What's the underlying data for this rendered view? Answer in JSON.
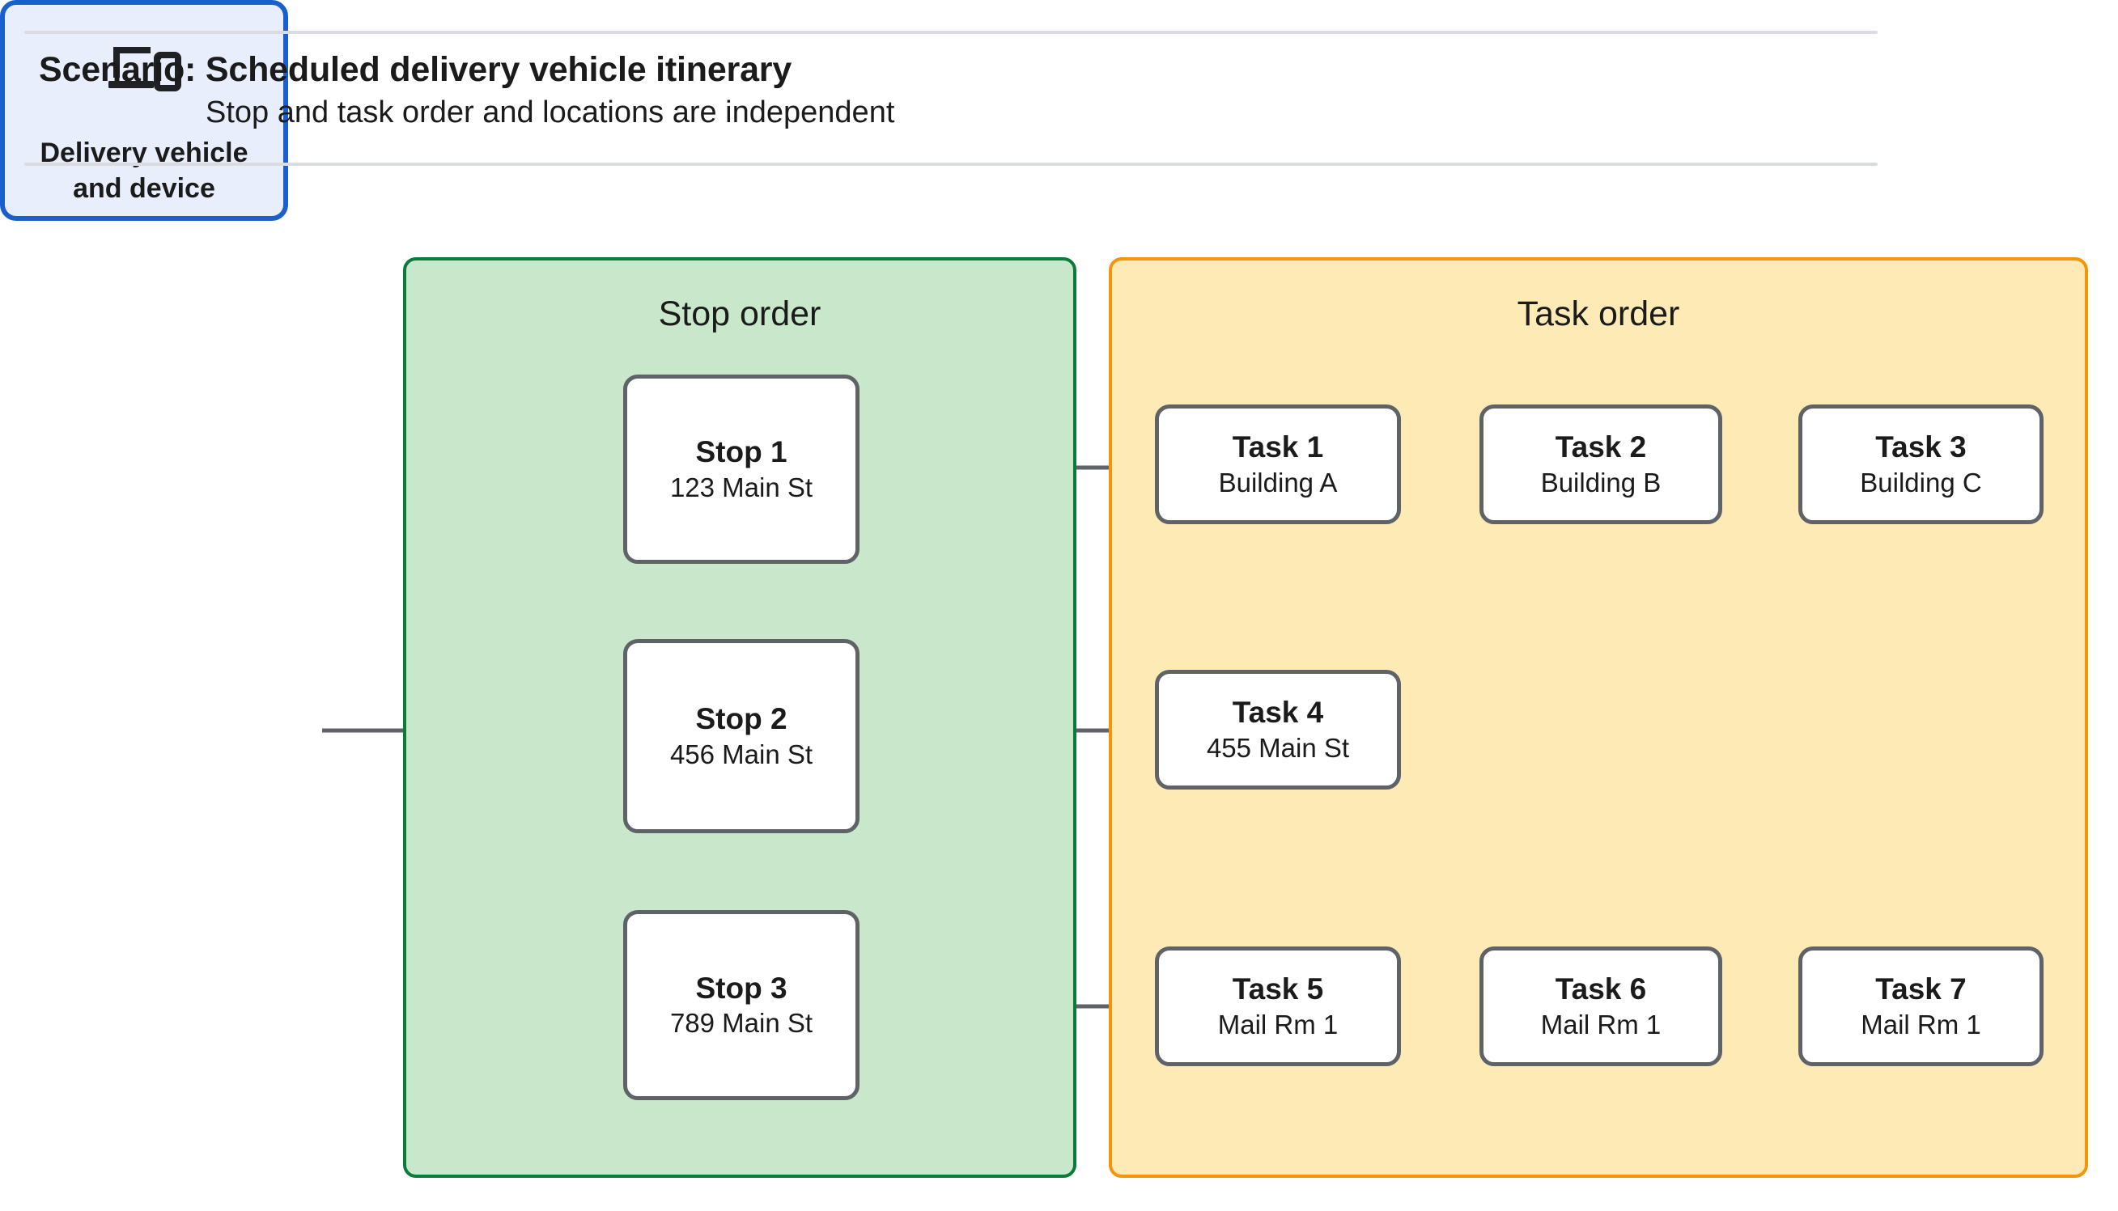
{
  "header": {
    "title": "Scenario: Scheduled delivery vehicle itinerary",
    "subtitle": "Stop and task order and locations are independent"
  },
  "vehicle": {
    "label": "Delivery vehicle\nand device",
    "label_line1": "Delivery vehicle",
    "label_line2": "and device",
    "icon": "laptop-and-phone-icon",
    "border_color": "#1a5fcc",
    "fill_color": "#e8eefc"
  },
  "stop_panel": {
    "title": "Stop order",
    "fill_color": "#c9e7cb",
    "border_color": "#0b7a3b",
    "stops": [
      {
        "name": "Stop 1",
        "address": "123 Main St"
      },
      {
        "name": "Stop 2",
        "address": "456 Main St"
      },
      {
        "name": "Stop 3",
        "address": "789 Main St"
      }
    ]
  },
  "task_panel": {
    "title": "Task order",
    "fill_color": "#fdeab5",
    "border_color": "#f59408",
    "rows": [
      {
        "tasks": [
          {
            "name": "Task 1",
            "location": "Building A"
          },
          {
            "name": "Task 2",
            "location": "Building B"
          },
          {
            "name": "Task 3",
            "location": "Building C"
          }
        ]
      },
      {
        "tasks": [
          {
            "name": "Task 4",
            "location": "455 Main St"
          }
        ]
      },
      {
        "tasks": [
          {
            "name": "Task 5",
            "location": "Mail Rm 1"
          },
          {
            "name": "Task 6",
            "location": "Mail Rm 1"
          },
          {
            "name": "Task 7",
            "location": "Mail Rm 1"
          }
        ]
      }
    ]
  },
  "connector_color": "#5f6368"
}
